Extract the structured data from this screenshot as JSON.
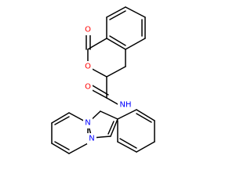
{
  "colors": {
    "background": "#ffffff",
    "bond": "#000000",
    "oxygen": "#ff0000",
    "nitrogen": "#0000ff"
  },
  "atoms": [
    {
      "id": "o_carbonyl_lactone",
      "label": "O",
      "color": "oxygen"
    },
    {
      "id": "o_ring",
      "label": "O",
      "color": "oxygen"
    },
    {
      "id": "o_amide",
      "label": "O",
      "color": "oxygen"
    },
    {
      "id": "nh_amide",
      "label": "NH",
      "color": "nitrogen"
    },
    {
      "id": "n_bridgehead",
      "label": "N",
      "color": "nitrogen"
    },
    {
      "id": "n_imidazole",
      "label": "N",
      "color": "nitrogen"
    }
  ]
}
